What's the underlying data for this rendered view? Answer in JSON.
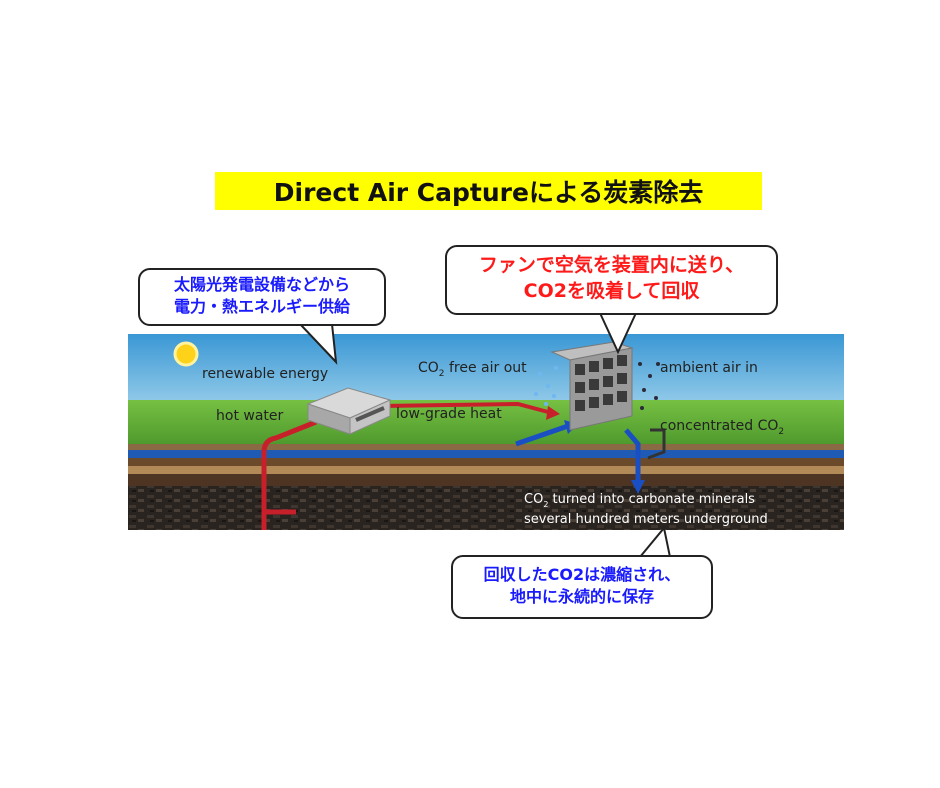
{
  "title": "Direct Air Captureによる炭素除去",
  "callouts": {
    "energy": [
      "太陽光発電設備などから",
      "電力・熱エネルギー供給"
    ],
    "fan": [
      "ファンで空気を装置内に送り、",
      "CO2を吸着して回収"
    ],
    "storage": [
      "回収したCO2は濃縮され、",
      "地中に永続的に保存"
    ]
  },
  "labels": {
    "renewable_energy": "renewable energy",
    "hot_water": "hot water",
    "low_grade_heat": "low-grade heat",
    "co2_free_air_out_pre": "CO",
    "co2_free_air_out_sub": "2",
    "co2_free_air_out_post": " free air out",
    "ambient_air_in": "ambient air in",
    "concentrated_pre": "concentrated CO",
    "concentrated_sub": "2",
    "underground_line1_pre": "CO",
    "underground_line1_sub": "2",
    "underground_line1_post": " turned into carbonate minerals",
    "underground_line2": "several hundred meters underground"
  },
  "colors": {
    "title_bg": "#ffff00",
    "callout_blue": "#1a1aff",
    "callout_red": "#ff1a1a",
    "pipe_red": "#c8202a",
    "pipe_blue": "#1a4fc4",
    "sky": "#4aa3d8",
    "grass": "#6dbb3b"
  },
  "icons": [
    "sun-icon",
    "heat-exchanger-icon",
    "dac-collector-icon"
  ]
}
